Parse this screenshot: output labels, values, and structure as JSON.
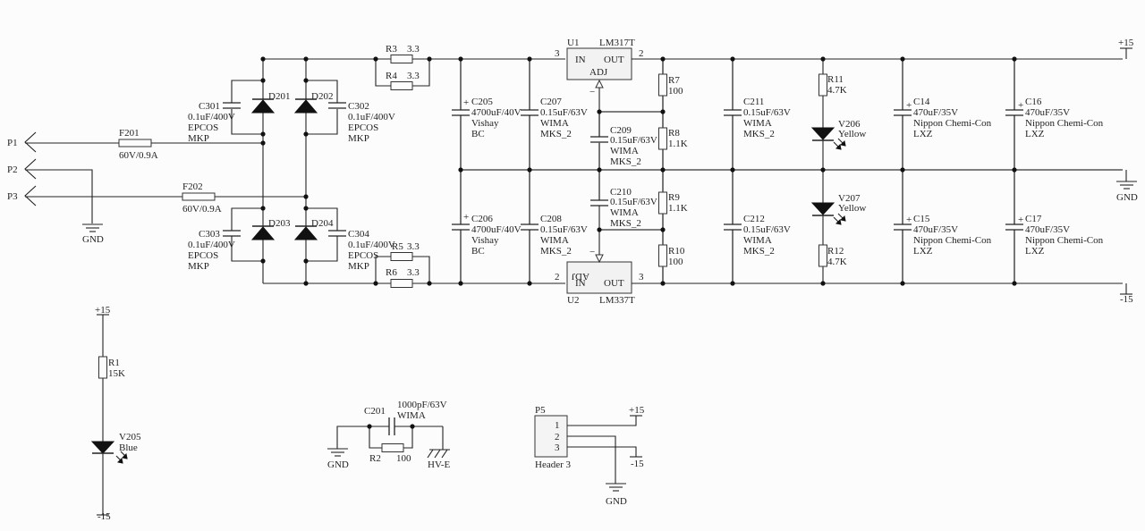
{
  "schematic": {
    "ports": {
      "p1": "P1",
      "p2": "P2",
      "p3": "P3"
    },
    "fuses": [
      {
        "ref": "F201",
        "value": "60V/0.9A"
      },
      {
        "ref": "F202",
        "value": "60V/0.9A"
      }
    ],
    "bridge_caps": [
      {
        "ref": "C301",
        "value": "0.1uF/400V",
        "maker": "EPCOS",
        "type": "MKP"
      },
      {
        "ref": "C302",
        "value": "0.1uF/400V",
        "maker": "EPCOS",
        "type": "MKP"
      },
      {
        "ref": "C303",
        "value": "0.1uF/400V",
        "maker": "EPCOS",
        "type": "MKP"
      },
      {
        "ref": "C304",
        "value": "0.1uF/400V",
        "maker": "EPCOS",
        "type": "MKP"
      }
    ],
    "diodes": [
      "D201",
      "D202",
      "D203",
      "D204"
    ],
    "series_res": [
      {
        "ref": "R3",
        "value": "3.3"
      },
      {
        "ref": "R4",
        "value": "3.3"
      },
      {
        "ref": "R5",
        "value": "3.3"
      },
      {
        "ref": "R6",
        "value": "3.3"
      }
    ],
    "bulk_caps": [
      {
        "ref": "C205",
        "value": "4700uF/40V",
        "maker": "Vishay",
        "type": "BC"
      },
      {
        "ref": "C206",
        "value": "4700uF/40V",
        "maker": "Vishay",
        "type": "BC"
      }
    ],
    "film_caps": [
      {
        "ref": "C207",
        "value": "0.15uF/63V",
        "maker": "WIMA",
        "type": "MKS_2"
      },
      {
        "ref": "C208",
        "value": "0.15uF/63V",
        "maker": "WIMA",
        "type": "MKS_2"
      },
      {
        "ref": "C209",
        "value": "0.15uF/63V",
        "maker": "WIMA",
        "type": "MKS_2"
      },
      {
        "ref": "C210",
        "value": "0.15uF/63V",
        "maker": "WIMA",
        "type": "MKS_2"
      },
      {
        "ref": "C211",
        "value": "0.15uF/63V",
        "maker": "WIMA",
        "type": "MKS_2"
      },
      {
        "ref": "C212",
        "value": "0.15uF/63V",
        "maker": "WIMA",
        "type": "MKS_2"
      }
    ],
    "regulators": [
      {
        "ref": "U1",
        "part": "LM317T",
        "in": "IN",
        "out": "OUT",
        "adj": "ADJ",
        "pin_in": "3",
        "pin_out": "2"
      },
      {
        "ref": "U2",
        "part": "LM337T",
        "in": "IN",
        "out": "OUT",
        "adj": "ADJ",
        "pin_in": "2",
        "pin_out": "3"
      }
    ],
    "adj_res": [
      {
        "ref": "R7",
        "value": "100"
      },
      {
        "ref": "R8",
        "value": "1.1K"
      },
      {
        "ref": "R9",
        "value": "1.1K"
      },
      {
        "ref": "R10",
        "value": "100"
      }
    ],
    "led_res": [
      {
        "ref": "R11",
        "value": "4.7K"
      },
      {
        "ref": "R12",
        "value": "4.7K"
      }
    ],
    "leds": [
      {
        "ref": "V206",
        "color": "Yellow"
      },
      {
        "ref": "V207",
        "color": "Yellow"
      },
      {
        "ref": "V205",
        "color": "Blue"
      }
    ],
    "output_caps": [
      {
        "ref": "C14",
        "value": "470uF/35V",
        "maker": "Nippon Chemi-Con",
        "type": "LXZ"
      },
      {
        "ref": "C15",
        "value": "470uF/35V",
        "maker": "Nippon Chemi-Con",
        "type": "LXZ"
      },
      {
        "ref": "C16",
        "value": "470uF/35V",
        "maker": "Nippon Chemi-Con",
        "type": "LXZ"
      },
      {
        "ref": "C17",
        "value": "470uF/35V",
        "maker": "Nippon Chemi-Con",
        "type": "LXZ"
      }
    ],
    "rails": {
      "pos": "+15",
      "neg": "-15",
      "gnd": "GND",
      "hve": "HV-E"
    },
    "r1": {
      "ref": "R1",
      "value": "15K"
    },
    "r2": {
      "ref": "R2",
      "value": "100"
    },
    "c201": {
      "ref": "C201",
      "value": "1000pF/63V",
      "maker": "WIMA"
    },
    "header": {
      "ref": "P5",
      "name": "Header 3",
      "pins": [
        "1",
        "2",
        "3"
      ]
    },
    "plus_sign": "+",
    "minus_sign": "−"
  }
}
